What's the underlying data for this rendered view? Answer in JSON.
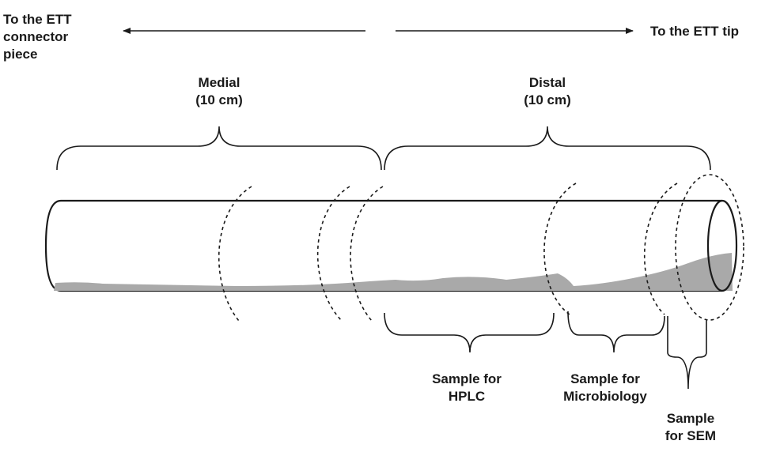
{
  "direction": {
    "left_label_lines": [
      "To the ETT",
      "connector",
      "piece"
    ],
    "right_label": "To the ETT tip"
  },
  "sections": {
    "medial": {
      "name": "Medial",
      "length": "(10 cm)"
    },
    "distal": {
      "name": "Distal",
      "length": "(10 cm)"
    }
  },
  "samples": {
    "hplc": {
      "line1": "Sample for",
      "line2": "HPLC"
    },
    "micro": {
      "line1": "Sample for",
      "line2": "Microbiology"
    },
    "sem": {
      "line1": "Sample",
      "line2": "for SEM"
    }
  },
  "colors": {
    "ink": "#1a1a1a",
    "biofilm": "#a9a9a9"
  }
}
